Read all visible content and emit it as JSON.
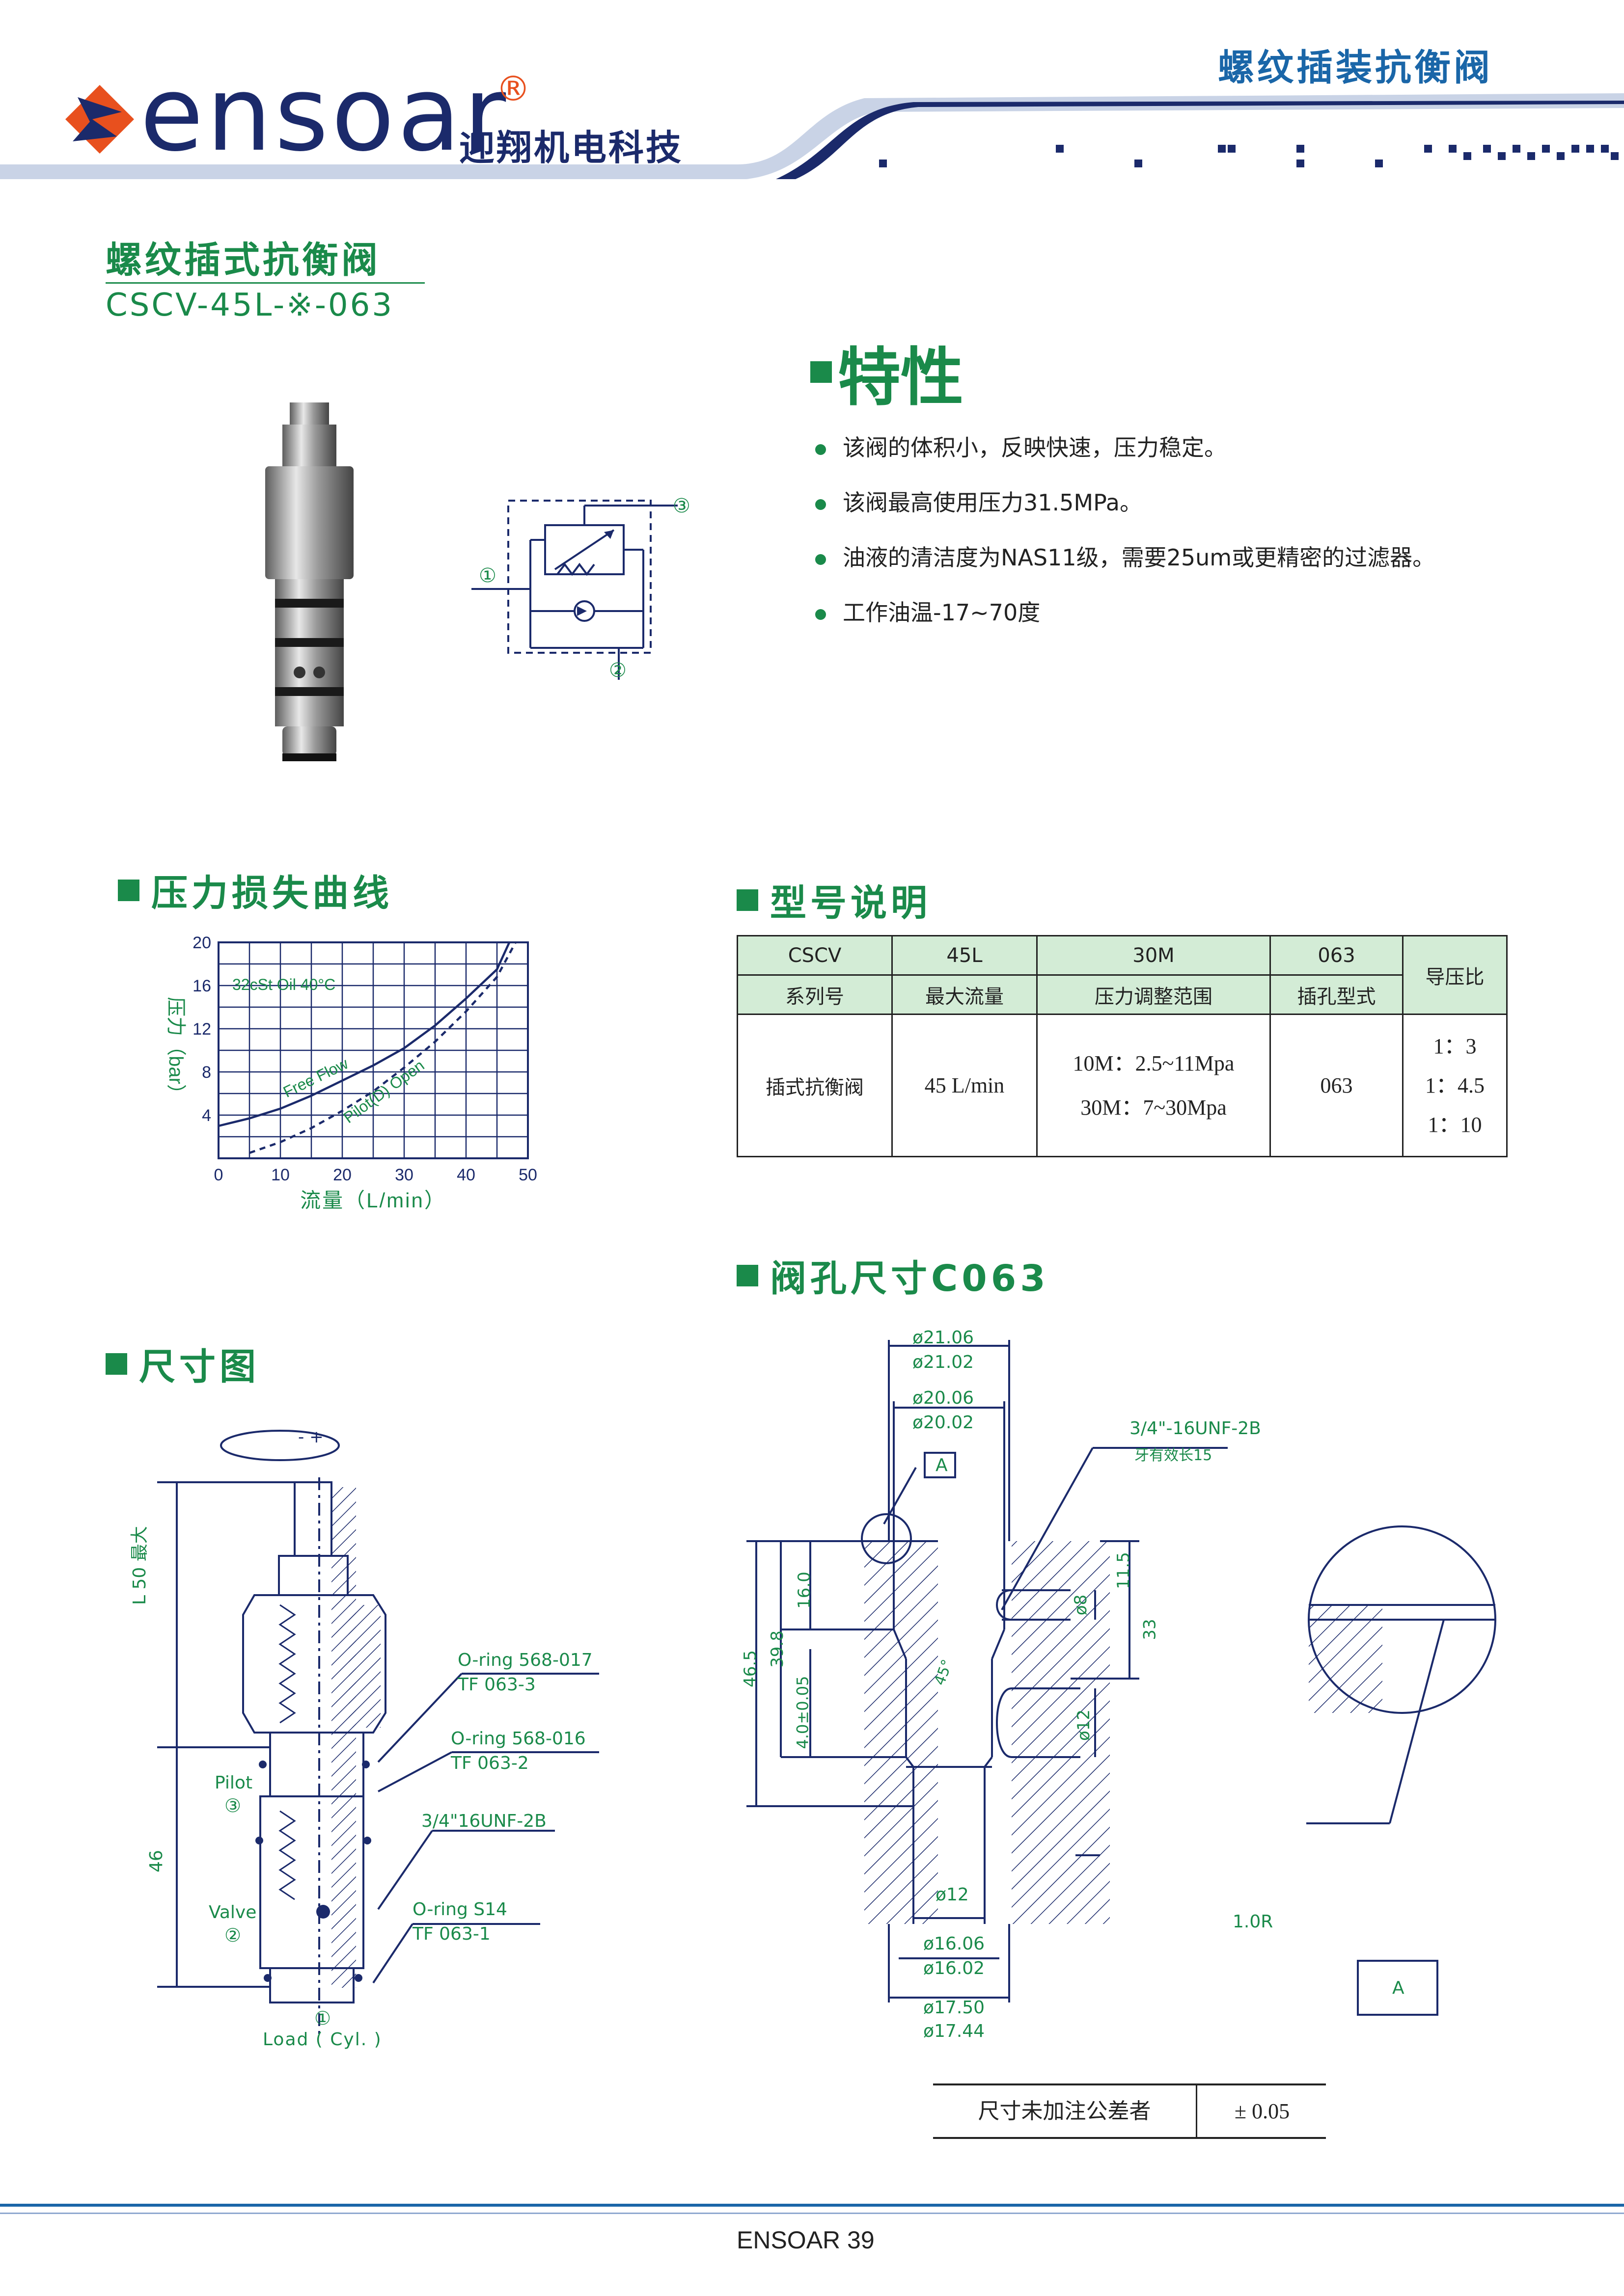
{
  "header": {
    "brand": "ensoar",
    "registered": "®",
    "company_cn": "迎翔机电科技",
    "category": "螺纹插装抗衡阀"
  },
  "product": {
    "name": "螺纹插式抗衡阀",
    "model": "CSCV-45L-※-063"
  },
  "features": {
    "title": "特性",
    "items": [
      "该阀的体积小，反映快速，压力稳定。",
      "该阀最高使用压力31.5MPa。",
      "油液的清洁度为NAS11级，需要25um或更精密的过滤器。",
      "工作油温-17~70度"
    ]
  },
  "symbol": {
    "port1": "①",
    "port2": "②",
    "port3": "③"
  },
  "pressure_curve": {
    "title": "压力损失曲线",
    "chart_data": {
      "type": "line",
      "title": "",
      "xlabel": "流量（L/min）",
      "ylabel": "压力（bar）",
      "annotation": "32cSt Oil 40°C",
      "xlim": [
        0,
        50
      ],
      "ylim": [
        0,
        20
      ],
      "xticks": [
        "0",
        "10",
        "20",
        "30",
        "40",
        "50"
      ],
      "yticks": [
        "4",
        "8",
        "12",
        "16",
        "20"
      ],
      "series": [
        {
          "name": "Free Flow",
          "x": [
            0,
            5,
            10,
            15,
            20,
            25,
            30,
            35,
            40,
            45,
            47
          ],
          "y": [
            3.0,
            3.7,
            4.6,
            5.8,
            7.2,
            8.6,
            10.2,
            12.3,
            14.8,
            17.5,
            20.0
          ]
        },
        {
          "name": "Pilot(D) Open",
          "x": [
            5,
            10,
            15,
            20,
            25,
            30,
            35,
            40,
            45,
            48
          ],
          "y": [
            0.5,
            1.5,
            2.8,
            4.4,
            6.2,
            8.4,
            10.8,
            13.6,
            16.8,
            20.0
          ]
        }
      ]
    }
  },
  "model_desc": {
    "title": "型号说明",
    "codes": [
      "CSCV",
      "45L",
      "30M",
      "063"
    ],
    "labels": [
      "系列号",
      "最大流量",
      "压力调整范围",
      "插孔型式"
    ],
    "pilot_label": "导压比",
    "values": {
      "series": "插式抗衡阀",
      "flow": "45 L/min",
      "range1": "10M：2.5~11Mpa",
      "range2": "30M：7~30Mpa",
      "cavity": "063",
      "ratios": [
        "1：3",
        "1：4.5",
        "1：10"
      ]
    }
  },
  "cavity": {
    "title": "阀孔尺寸C063",
    "dims": {
      "d2106": "ø21.06",
      "d2102": "ø21.02",
      "d2006": "ø20.06",
      "d2002": "ø20.02",
      "thread": "3/4\"-16UNF-2B",
      "thread_note": "牙有效长15",
      "a_label": "A",
      "d8": "ø8",
      "h115": "11.5",
      "h33": "33",
      "d12v": "ø12",
      "h160": "16.0",
      "h398": "39.8",
      "h465": "46.5",
      "h40": "4.0±0.05",
      "angle": "45°",
      "d12": "ø12",
      "d1606": "ø16.06",
      "d1602": "ø16.02",
      "d1750": "ø17.50",
      "d1744": "ø17.44",
      "radius": "1.0R",
      "detail": "A"
    },
    "tolerance": {
      "label": "尺寸未加注公差者",
      "value": "± 0.05"
    }
  },
  "dimension": {
    "title": "尺寸图",
    "rotate": "- +",
    "l50": "L 50 最大",
    "l46": "46",
    "pilot": "Pilot",
    "pilot_num": "③",
    "valve": "Valve",
    "valve_num": "②",
    "load_num": "①",
    "load": "Load ( Cyl. )",
    "callouts": [
      {
        "l1": "O-ring 568-017",
        "l2": "TF 063-3"
      },
      {
        "l1": "O-ring 568-016",
        "l2": "TF 063-2"
      },
      {
        "l1": "3/4\"16UNF-2B",
        "l2": ""
      },
      {
        "l1": "O-ring S14",
        "l2": "TF 063-1"
      }
    ]
  },
  "footer": {
    "text": "ENSOAR 39"
  }
}
